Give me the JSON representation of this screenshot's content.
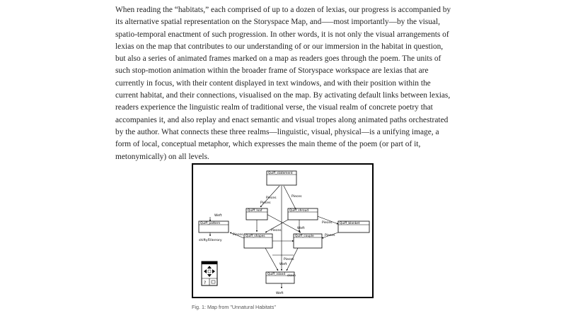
{
  "body_text": "When reading the “habitats,” each comprised of up to a dozen of lexias, our progress is accompanied by its alternative spatial representation on the Storyspace Map, and—–most importantly—by the visual, spatio-temporal enactment of such progression. In other words, it is not only the visual arrangements of lexias on the map that contributes to our understanding of or our immersion in the habitat in question, but also a series of animated frames marked on a map as readers goes through the poem. The units of such stop-motion animation within the broader frame of Storyspace workspace are lexias that are currently in focus, with their content displayed in text windows, and with their position within the current habitat, and their connections, visualised on the map. By activating default links between lexias, readers experience the linguistic realm of traditional verse, the visual realm of concrete poetry that accompanies it, and also replay and enact semantic and visual tropes along animated paths orchestrated by the author. What connects these three realms—linguistic, visual, physical—is a unifying image, a form of local, conceptual metaphor, which expresses the main theme of the poem (or part of it, metonymically) on all levels.",
  "figure": {
    "caption": "Fig. 1: Map from \"Unnatural Habitats\"",
    "nodes": {
      "statement": "Quiff_statement",
      "loaf": "Quiff_loaf",
      "shroud": "Quiff_shroud",
      "pattern": "Quiff_pattern",
      "blanket": "Quiff_blanket",
      "shapes": "Quiff_shapes",
      "coop": "Quiff_couple",
      "island": "Quiff_island"
    },
    "edge_labels": {
      "pieces_1": "Pieces",
      "pieces_2": "Pieces",
      "pieces_3": "Pieces",
      "pieces_4": "Pieces",
      "pieces_5": "Pieces",
      "pieces_6": "Pieces",
      "pieces_7": "Pieces",
      "pieces_8": "Pieces",
      "weft_1": "Weft",
      "weft_2": "Weft",
      "weft_3": "Weft",
      "weft_4": "Weft",
      "skein": "skein",
      "shiftyfiller": "shiftyFillerrory"
    }
  }
}
